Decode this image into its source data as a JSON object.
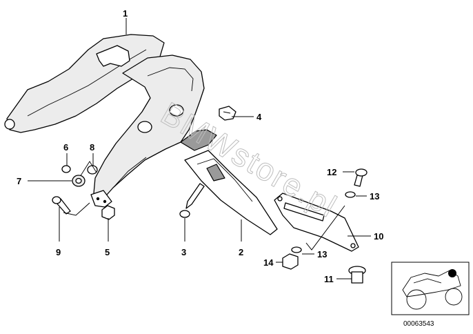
{
  "diagram": {
    "watermark": "BMWstore.pl",
    "image_code": "00063543",
    "part_numbers": {
      "p1": "1",
      "p2": "2",
      "p3": "3",
      "p4": "4",
      "p5": "5",
      "p6": "6",
      "p7": "7",
      "p8": "8",
      "p9": "9",
      "p10": "10",
      "p11": "11",
      "p12": "12",
      "p13a": "13",
      "p13b": "13",
      "p14": "14"
    }
  }
}
